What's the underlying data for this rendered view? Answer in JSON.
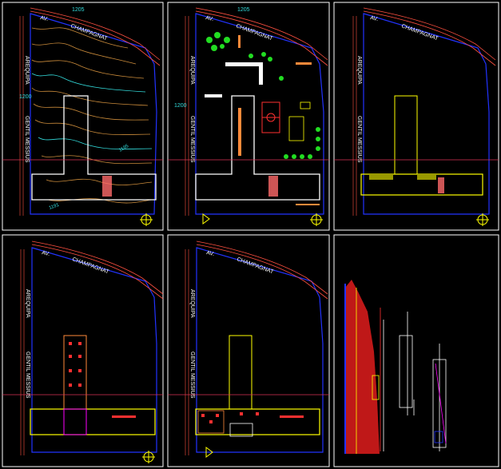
{
  "streets": {
    "av_abbrev": "AV.",
    "champagnat": "CHAMPAGNAT",
    "arequipa": "AREQUIPA",
    "gentil": "GENTIL MESSIUS"
  },
  "contours": {
    "c1205": "1205",
    "c1200": "1200",
    "c1195": "1195",
    "c1191": "1191"
  },
  "north": "N",
  "colors": {
    "bg": "#000000",
    "frame": "#ffffff",
    "boundary": "#2233ff",
    "street": "#ff5040",
    "building": "#ffffff",
    "yellow": "#ffff00",
    "stairs": "#ff6a6a",
    "tree": "#22dd22",
    "crossline": "#dd3355",
    "magenta": "#ff00ff",
    "contour_orange": "#c98a3a",
    "contour_cyan": "#33dddd"
  }
}
